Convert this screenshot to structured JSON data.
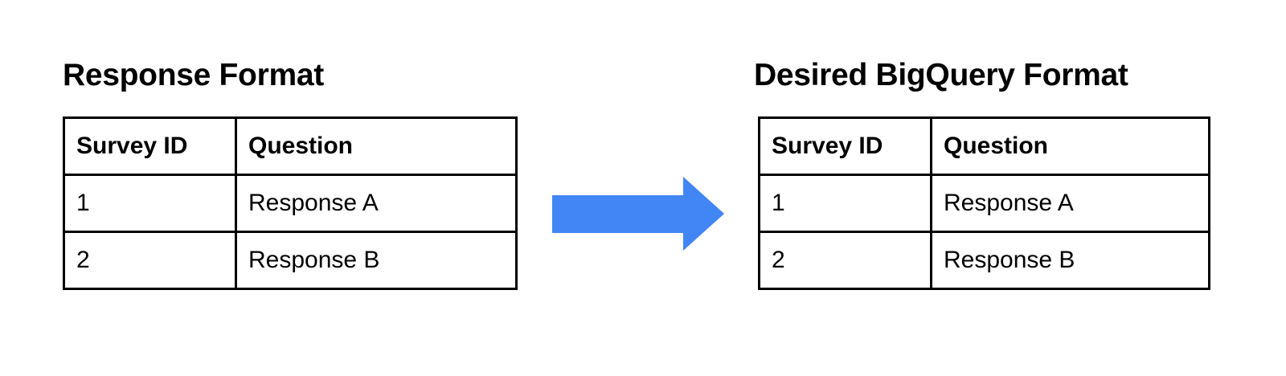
{
  "page": {
    "background_color": "#FFFFFF",
    "text_color": "#000000"
  },
  "left_panel": {
    "title": "Response Format",
    "table": {
      "headers": [
        "Survey ID",
        "Question"
      ],
      "rows": [
        [
          "1",
          "Response A"
        ],
        [
          "2",
          "Response B"
        ]
      ]
    }
  },
  "connector": {
    "icon": "right-arrow-icon",
    "color": "#4285F4"
  },
  "right_panel": {
    "title": "Desired BigQuery Format",
    "table": {
      "headers": [
        "Survey ID",
        "Question"
      ],
      "rows": [
        [
          "1",
          "Response A"
        ],
        [
          "2",
          "Response B"
        ]
      ]
    }
  }
}
